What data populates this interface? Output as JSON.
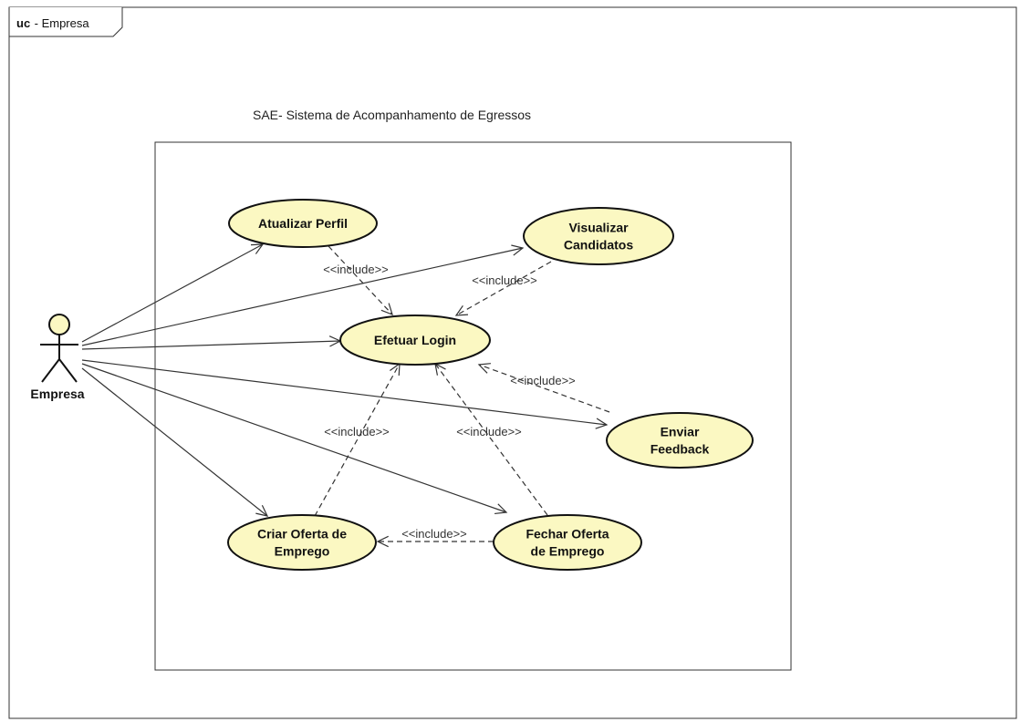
{
  "frame": {
    "kind": "uc",
    "name": "- Empresa"
  },
  "system": {
    "title": "SAE- Sistema de Acompanhamento de Egressos"
  },
  "actor": {
    "name": "Empresa"
  },
  "use_cases": {
    "atualizar_perfil": [
      "Atualizar Perfil"
    ],
    "visualizar_candidatos": [
      "Visualizar",
      "Candidatos"
    ],
    "efetuar_login": [
      "Efetuar Login"
    ],
    "enviar_feedback": [
      "Enviar",
      "Feedback"
    ],
    "criar_oferta": [
      "Criar Oferta de",
      "Emprego"
    ],
    "fechar_oferta": [
      "Fechar Oferta",
      "de Emprego"
    ]
  },
  "include_label": "<<include>>",
  "colors": {
    "use_case_fill": "#fbf8c2",
    "line": "#333333"
  }
}
